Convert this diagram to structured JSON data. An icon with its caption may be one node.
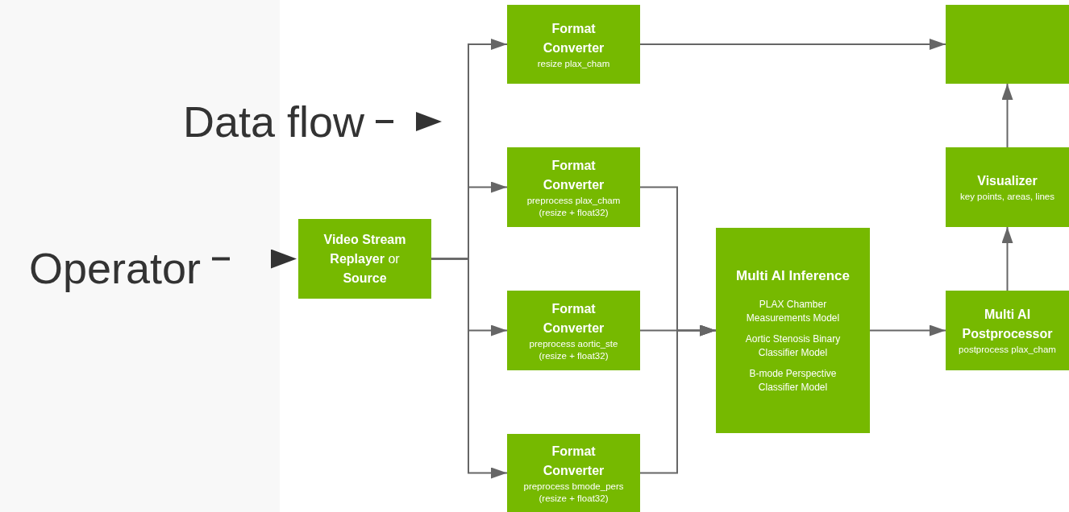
{
  "diagram": {
    "nodes": [
      {
        "text": [
          "**Video Stream Replayer** or **Source**"
        ]
      },
      {
        "text": [
          "Format Converter",
          "resize plax_cham"
        ]
      },
      {
        "text": [
          "Format Converter",
          "preprocess plax_cham (resize + float32)"
        ]
      },
      {
        "text": [
          "Format Converter",
          "preprocess aortic_ste (resize + float32)"
        ]
      },
      {
        "text": [
          "Format Converter",
          "preprocess bmode_pers (resize + float32)"
        ]
      },
      {
        "text": [
          "Multi AI Inference",
          "PLAX Chamber Measurements Model",
          "Aortic Stenosis Binary Classifier Model",
          "B-mode Perspective Classifier Model"
        ]
      },
      {
        "text": [],
        "shape": "box"
      },
      {
        "text": [
          "Visualizer",
          "key points, areas, lines"
        ]
      },
      {
        "text": [
          "Multi AI Postprocessor",
          "postprocess plax_cham"
        ]
      },
      {
        "text": [
          "Data flow"
        ]
      },
      {
        "text": [
          "Operator"
        ]
      }
    ],
    "edges": [
      {
        "from": 0,
        "to": 1,
        "arrow": "to"
      },
      {
        "from": 0,
        "to": 2,
        "arrow": "to"
      },
      {
        "from": 0,
        "to": 3,
        "arrow": "to"
      },
      {
        "from": 0,
        "to": 4,
        "arrow": "to"
      },
      {
        "from": 1,
        "to": 6,
        "arrow": "to"
      },
      {
        "from": 2,
        "to": 5,
        "arrow": "to"
      },
      {
        "from": 3,
        "to": 5,
        "arrow": "to"
      },
      {
        "from": 4,
        "to": 5,
        "arrow": "to"
      },
      {
        "from": 5,
        "to": 8,
        "arrow": "to"
      },
      {
        "from": 8,
        "to": 7,
        "arrow": "to"
      },
      {
        "from": 7,
        "to": 6,
        "arrow": "to"
      },
      {
        "from": 9,
        "to": null,
        "arrow": "to",
        "style": "dashed",
        "color": "#333333"
      },
      {
        "from": 10,
        "to": 0,
        "arrow": "to",
        "style": "dashed",
        "color": "#333333"
      }
    ]
  }
}
